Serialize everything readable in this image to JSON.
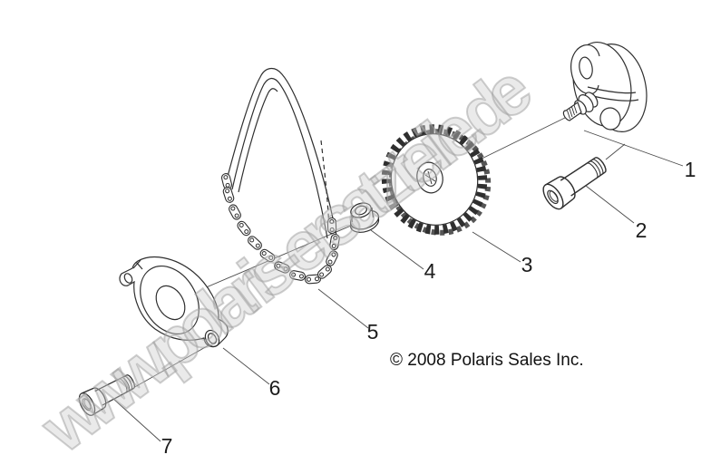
{
  "watermark": {
    "text": "www.polaris-ersatzteile.de",
    "color": "#c8c8c8"
  },
  "footer": {
    "copyright": "© 2008 Polaris Sales Inc."
  },
  "diagram": {
    "background": "#ffffff",
    "line_color": "#2f2f2f",
    "callouts": [
      {
        "label": "1"
      },
      {
        "label": "2"
      },
      {
        "label": "3"
      },
      {
        "label": "4"
      },
      {
        "label": "5"
      },
      {
        "label": "6"
      },
      {
        "label": "7"
      }
    ]
  }
}
